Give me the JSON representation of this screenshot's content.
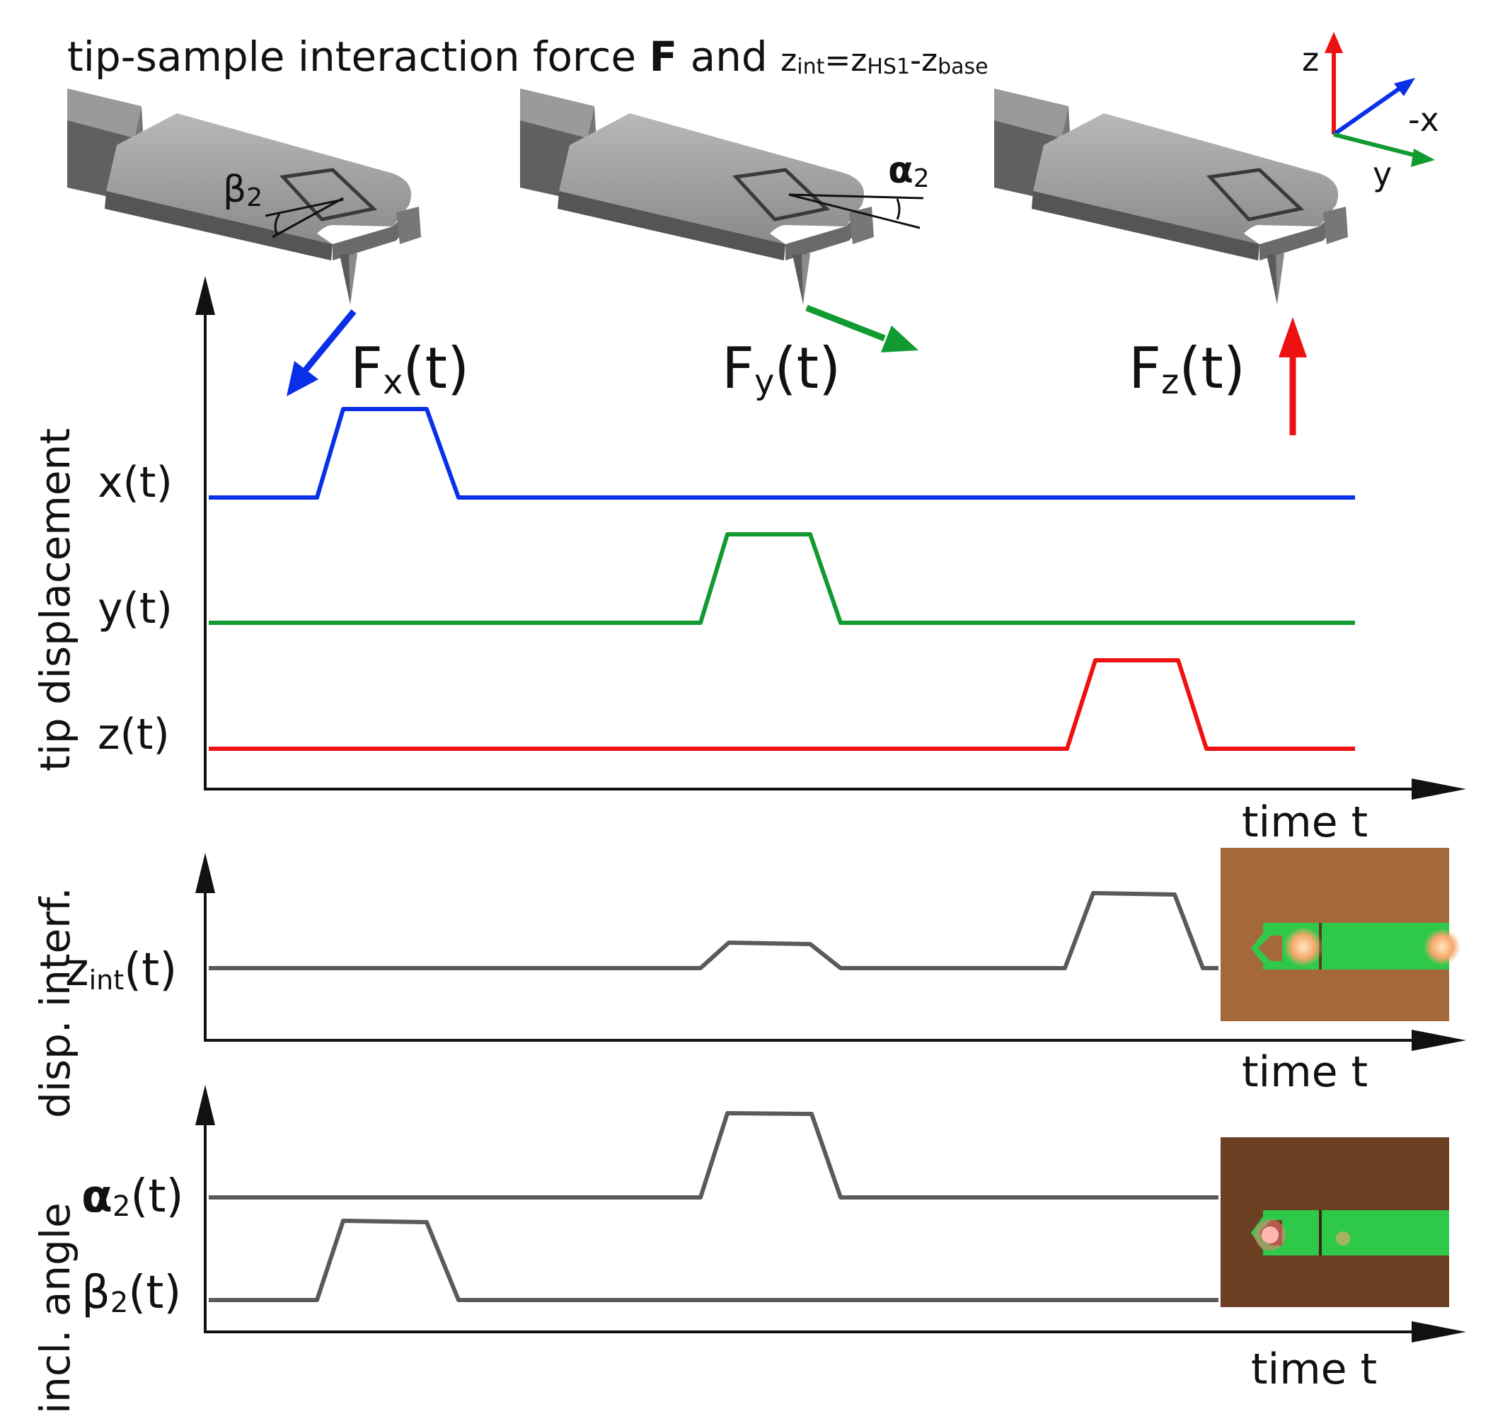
{
  "title": {
    "prefix": "tip-sample interaction force ",
    "bold": "F",
    "and": " and ",
    "zint_base": "z",
    "zint_sub": "int",
    "eq": "=",
    "zhs1_base": "z",
    "zhs1_sub": "HS1",
    "minus": "-",
    "zbase_base": "z",
    "zbase_sub": "base"
  },
  "axes_legend": {
    "z": "z",
    "neg_x": "-x",
    "y": "y"
  },
  "angles": {
    "beta": "β",
    "alpha": "α",
    "sub": "2"
  },
  "forces": [
    {
      "base": "F",
      "sub": "x",
      "arg": "(t)"
    },
    {
      "base": "F",
      "sub": "y",
      "arg": "(t)"
    },
    {
      "base": "F",
      "sub": "z",
      "arg": "(t)"
    }
  ],
  "panels": {
    "tip": {
      "ylabel": "tip displacement",
      "xlabel": "time t",
      "signals": [
        {
          "label": "x(t)"
        },
        {
          "label": "y(t)"
        },
        {
          "label": "z(t)"
        }
      ]
    },
    "interf": {
      "ylabel": "disp. interf.",
      "xlabel": "time t",
      "signal_base": "z",
      "signal_sub": "int",
      "signal_arg": "(t)"
    },
    "angle": {
      "ylabel": "incl. angle",
      "xlabel": "time t",
      "signals": [
        {
          "base": "α",
          "sub": "2",
          "arg": "(t)"
        },
        {
          "base": "β",
          "sub": "2",
          "arg": "(t)"
        }
      ]
    }
  },
  "colors": {
    "x": "#0a2fe8",
    "y": "#109a30",
    "z": "#ee1111",
    "gray": "#5a5a5a",
    "axis": "#111111",
    "cantilever": "#8e8e8e",
    "cantilever_dark": "#555555",
    "photo_bg": "#a5683a",
    "photo_bg2": "#6b3f22",
    "photo_green": "#2fc94a"
  }
}
